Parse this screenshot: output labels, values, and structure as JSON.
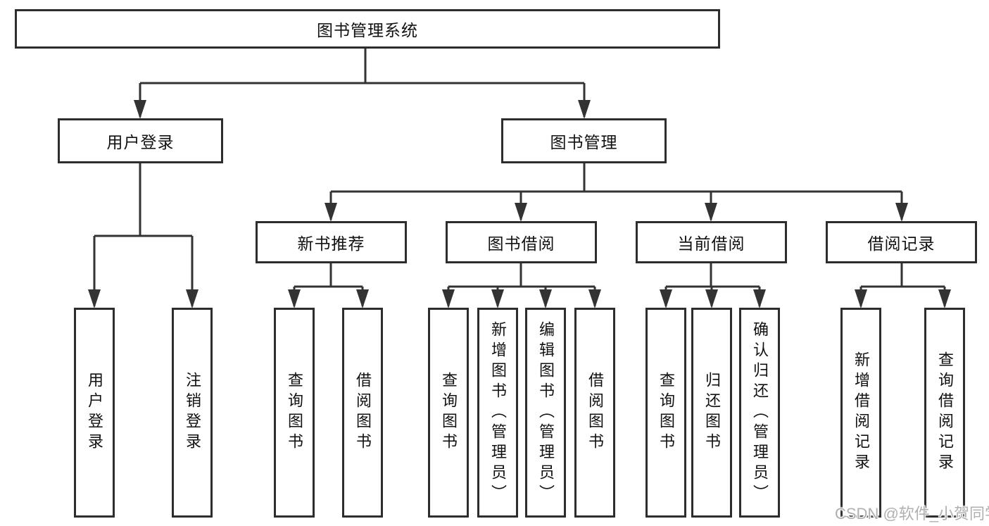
{
  "diagram": {
    "root": {
      "label": "图书管理系统"
    },
    "branches": [
      {
        "label": "用户登录",
        "children": [
          {
            "label": "用户登录"
          },
          {
            "label": "注销登录"
          }
        ]
      },
      {
        "label": "图书管理",
        "children": [
          {
            "label": "新书推荐",
            "children": [
              {
                "label": "查询图书"
              },
              {
                "label": "借阅图书"
              }
            ]
          },
          {
            "label": "图书借阅",
            "children": [
              {
                "label": "查询图书"
              },
              {
                "label": "新增图书（管理员）"
              },
              {
                "label": "编辑图书（管理员）"
              },
              {
                "label": "借阅图书"
              }
            ]
          },
          {
            "label": "当前借阅",
            "children": [
              {
                "label": "查询图书"
              },
              {
                "label": "归还图书"
              },
              {
                "label": "确认归还（管理员）"
              }
            ]
          },
          {
            "label": "借阅记录",
            "children": [
              {
                "label": "新增借阅记录"
              },
              {
                "label": "查询借阅记录"
              }
            ]
          }
        ]
      }
    ]
  },
  "watermark": {
    "text": "CSDN @软件_小贺同学"
  },
  "colors": {
    "line": "#333333",
    "box_border": "#2d2d2d",
    "text": "#111111",
    "watermark_text": "#b0b0b0",
    "background": "#ffffff"
  }
}
